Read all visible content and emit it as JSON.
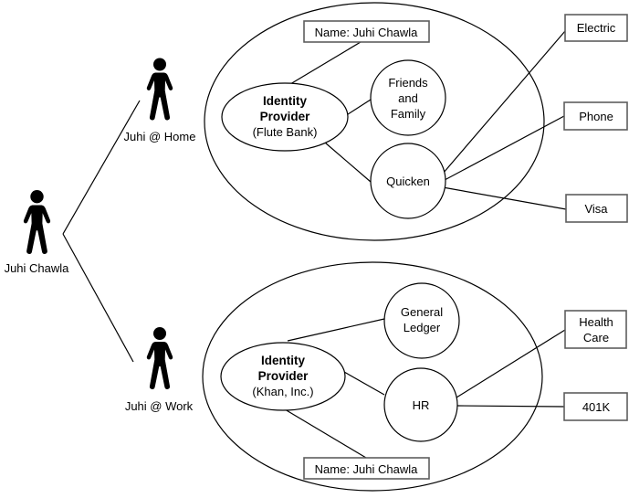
{
  "background": "#ffffff",
  "colors": {
    "line": "#000000",
    "box_border": "#5e5e5e",
    "text": "#000000"
  },
  "persons": {
    "main_label": "Juhi Chawla",
    "home_label": "Juhi @ Home",
    "work_label": "Juhi @ Work"
  },
  "home_realm": {
    "name_box": "Name: Juhi Chawla",
    "idp": [
      "Identity",
      "Provider",
      "(Flute Bank)"
    ],
    "friends_family": [
      "Friends",
      "and",
      "Family"
    ],
    "quicken": "Quicken",
    "external": {
      "electric": "Electric",
      "phone": "Phone",
      "visa": "Visa"
    }
  },
  "work_realm": {
    "name_box": "Name: Juhi Chawla",
    "idp": [
      "Identity",
      "Provider",
      "(Khan, Inc.)"
    ],
    "general_ledger": [
      "General",
      "Ledger"
    ],
    "hr": "HR",
    "external": {
      "health_care": [
        "Health",
        "Care"
      ],
      "k401": "401K"
    }
  }
}
